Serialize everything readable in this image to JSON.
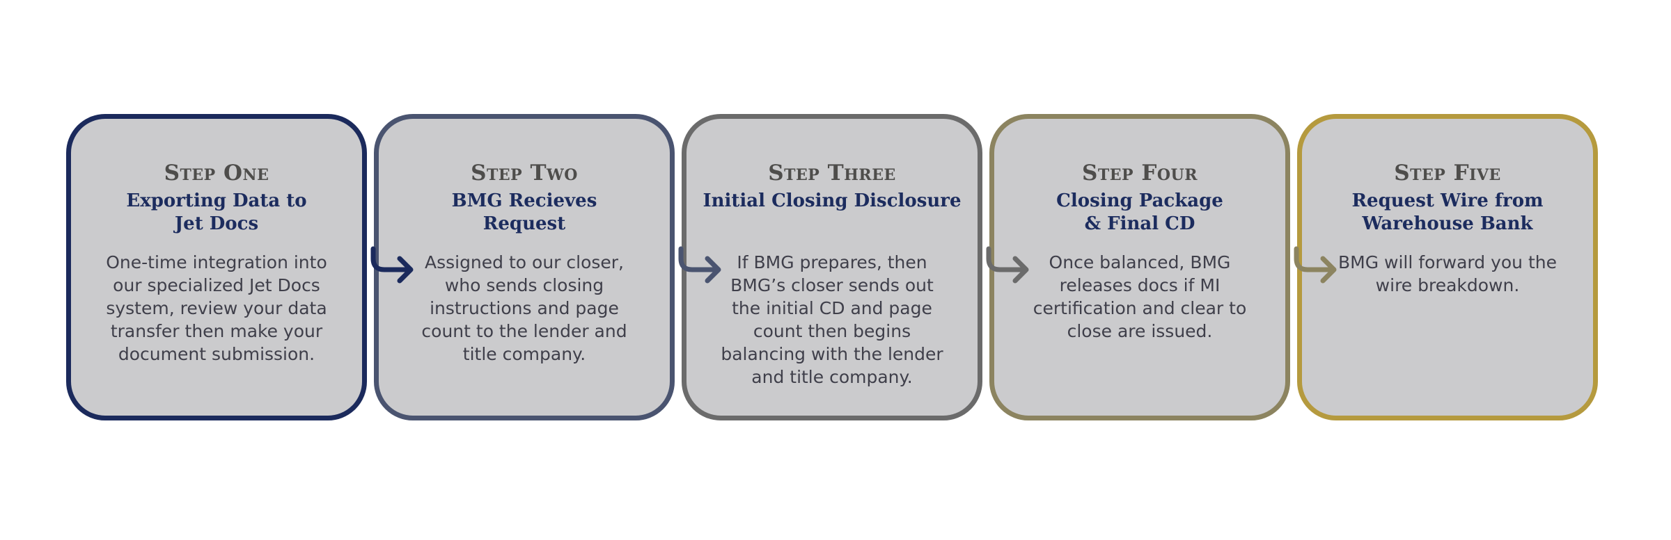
{
  "steps": [
    {
      "title": "Step One",
      "subtitle": "Exporting Data to\nJet Docs",
      "description": "One-time integration into our specialized Jet Docs system, review your data transfer then make your document submission.",
      "color": "#1b2a5c"
    },
    {
      "title": "Step Two",
      "subtitle": "BMG Recieves\nRequest",
      "description": "Assigned to our closer, who sends closing instructions and page count to the lender and title company.",
      "color": "#4a5470"
    },
    {
      "title": "Step Three",
      "subtitle": "Initial Closing Disclosure",
      "description": "If BMG prepares, then BMG’s closer sends out the initial CD and page count then begins balancing with the lender and title company.",
      "color": "#6b6b6b"
    },
    {
      "title": "Step Four",
      "subtitle": "Closing Package\n& Final CD",
      "description": "Once balanced, BMG releases docs if MI certification and clear to close are issued.",
      "color": "#8c8460"
    },
    {
      "title": "Step Five",
      "subtitle": "Request Wire from\nWarehouse Bank",
      "description": "BMG will forward you the wire breakdown.",
      "color": "#b59a3e"
    }
  ],
  "arrows": [
    {
      "icon": "arrow-right-icon",
      "color": "#1b2a5c"
    },
    {
      "icon": "arrow-right-icon",
      "color": "#4a5470"
    },
    {
      "icon": "arrow-right-icon",
      "color": "#6b6b6b"
    },
    {
      "icon": "arrow-right-icon",
      "color": "#8c8460"
    }
  ]
}
